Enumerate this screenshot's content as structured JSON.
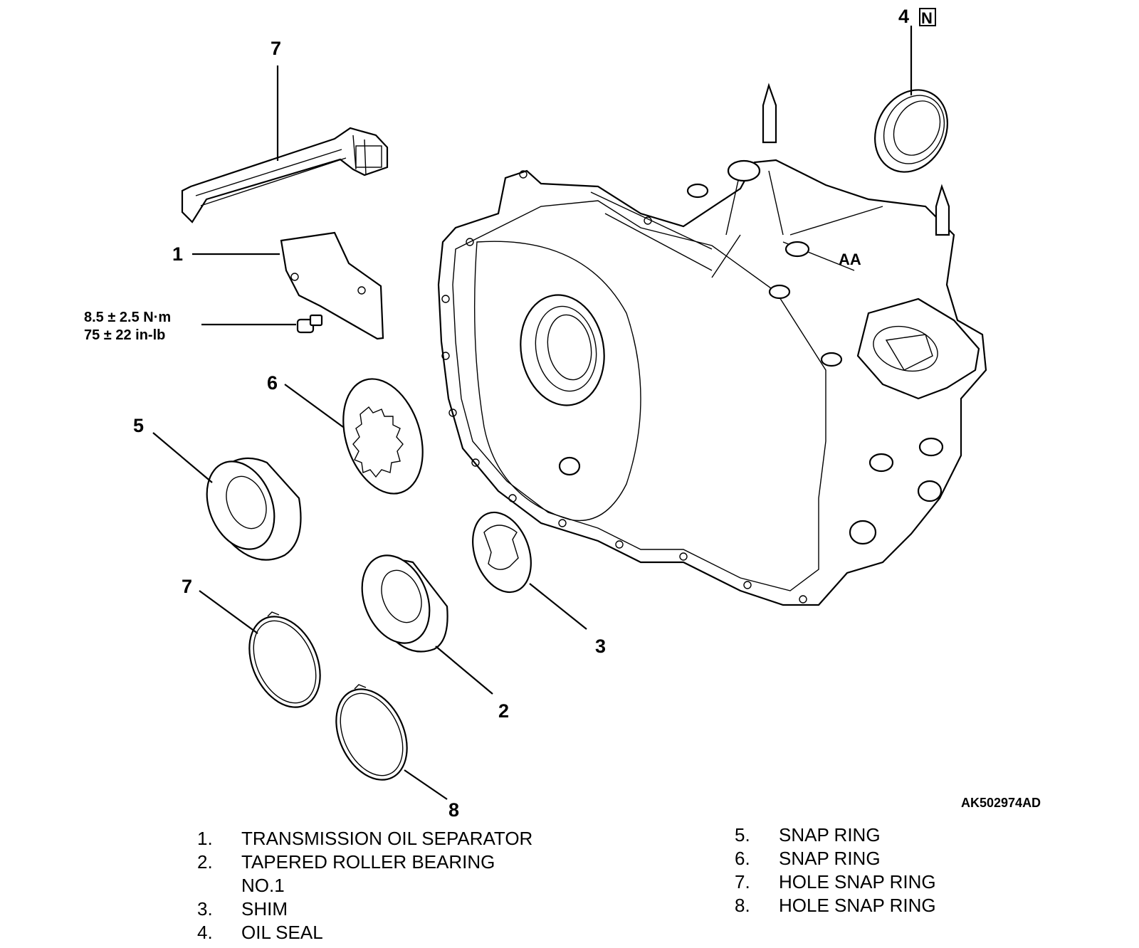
{
  "figure_id": "AK502974AD",
  "callouts": {
    "c1": "1",
    "c2": "2",
    "c3": "3",
    "c4": "4",
    "c4_mark": "N",
    "c5": "5",
    "c6": "6",
    "c7_top": "7",
    "c7_bottom": "7",
    "c8": "8"
  },
  "torque": {
    "line1": "8.5 ± 2.5 N·m",
    "line2": "75 ± 22 in-lb"
  },
  "legend_left": [
    {
      "num": "1.",
      "text": "TRANSMISSION OIL SEPARATOR"
    },
    {
      "num": "2.",
      "text": "TAPERED ROLLER BEARING"
    },
    {
      "num": "",
      "text": "NO.1"
    },
    {
      "num": "3.",
      "text": "SHIM"
    },
    {
      "num": "4.",
      "text": "OIL SEAL"
    }
  ],
  "legend_right": [
    {
      "num": "5.",
      "text": "SNAP RING"
    },
    {
      "num": "6.",
      "text": "SNAP RING"
    },
    {
      "num": "7.",
      "text": "HOLE SNAP RING"
    },
    {
      "num": "8.",
      "text": "HOLE SNAP RING"
    }
  ],
  "housing_mark": "AA"
}
